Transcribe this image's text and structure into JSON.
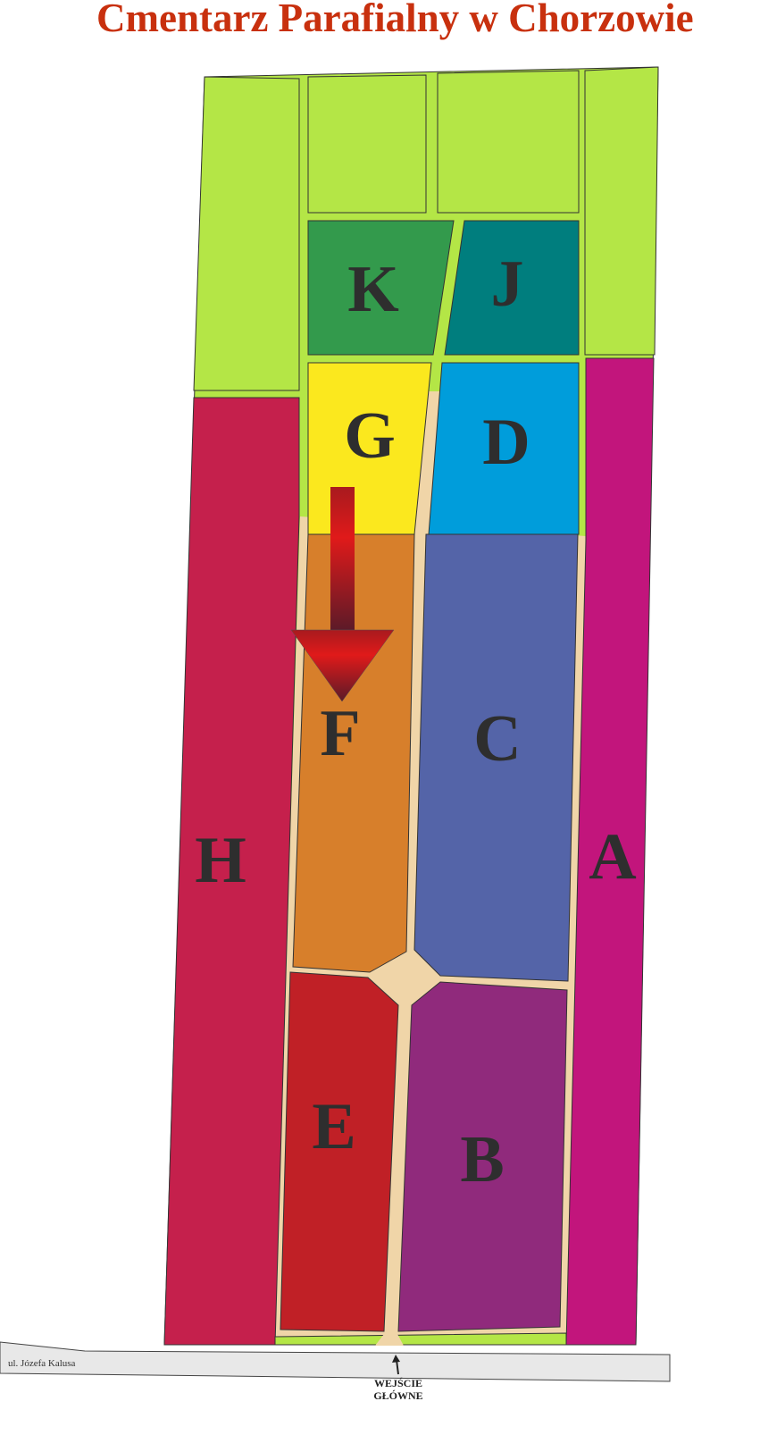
{
  "title": "Cmentarz Parafialny w Chorzowie",
  "colors": {
    "title": "#c8300e",
    "green": "#b4e646",
    "path": "#f0d5a8",
    "K": "#339a4c",
    "J": "#007e7e",
    "G": "#fbe81e",
    "D": "#009ddb",
    "F": "#d77f2b",
    "C": "#5464a8",
    "H": "#c5204c",
    "A": "#c2157c",
    "E": "#c02026",
    "B": "#902a7c"
  },
  "sections": {
    "K": "K",
    "J": "J",
    "G": "G",
    "D": "D",
    "F": "F",
    "C": "C",
    "H": "H",
    "A": "A",
    "E": "E",
    "B": "B"
  },
  "street": "ul. Józefa Kalusa",
  "entrance": {
    "line1": "WEJŚCIE",
    "line2": "GŁÓWNE"
  }
}
